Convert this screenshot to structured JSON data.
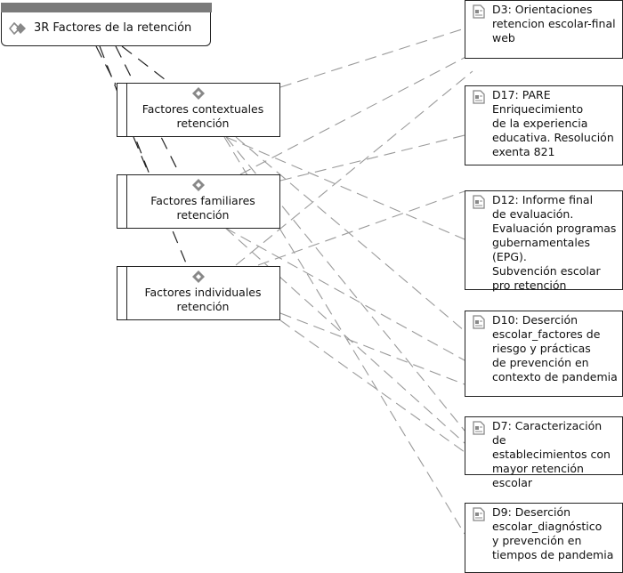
{
  "root": {
    "label": "3R Factores de la retención",
    "icon": "code-group-icon"
  },
  "codes": [
    {
      "id": "c1",
      "label": "Factores contextuales\nretención",
      "icon": "code-icon"
    },
    {
      "id": "c2",
      "label": "Factores familiares\nretención",
      "icon": "code-icon"
    },
    {
      "id": "c3",
      "label": "Factores individuales\nretención",
      "icon": "code-icon"
    }
  ],
  "documents": [
    {
      "id": "d3",
      "label": "D3: Orientaciones\nretencion escolar-final\nweb",
      "icon": "document-icon"
    },
    {
      "id": "d17",
      "label": "D17: PARE\nEnriquecimiento\nde la experiencia\neducativa. Resolución\nexenta 821",
      "icon": "document-icon"
    },
    {
      "id": "d12",
      "label": "D12: Informe final\nde evaluación.\nEvaluación programas\ngubernamentales (EPG).\nSubvención escolar\npro retención",
      "icon": "document-icon"
    },
    {
      "id": "d10",
      "label": "D10: Deserción\nescolar_factores de\nriesgo y prácticas\nde prevención en\ncontexto de pandemia",
      "icon": "document-icon"
    },
    {
      "id": "d7",
      "label": "D7: Caracterización de\nestablecimientos con\nmayor retención escolar",
      "icon": "document-icon"
    },
    {
      "id": "d9",
      "label": "D9: Deserción\nescolar_diagnóstico\ny prevención en\ntiempos de pandemia",
      "icon": "document-icon"
    }
  ],
  "colors": {
    "link": "#9a9a9a",
    "root_link": "#222222",
    "header_bar": "#7a7a7a",
    "icon": "#888888"
  }
}
